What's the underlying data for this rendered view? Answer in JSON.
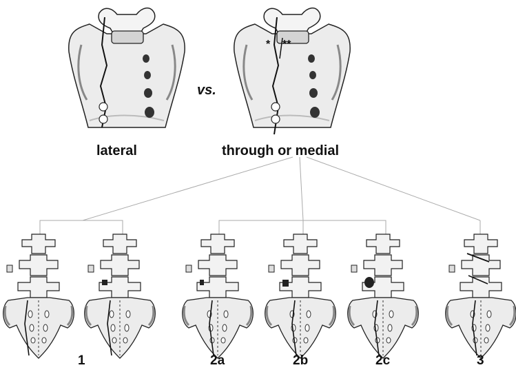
{
  "labels": {
    "lateral": "lateral",
    "vs": "vs.",
    "through_or_medial": "through or medial",
    "single_star": "*",
    "double_star": "**"
  },
  "categories": [
    "1",
    "2a",
    "2b",
    "2c",
    "3"
  ]
}
